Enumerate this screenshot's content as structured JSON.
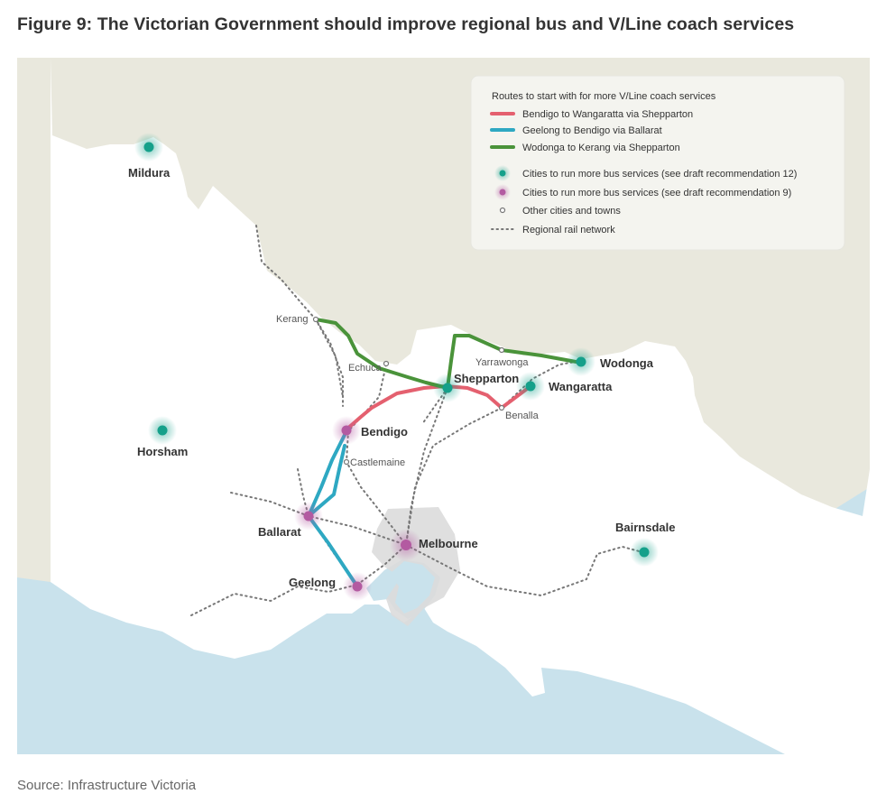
{
  "title": "Figure 9: The Victorian Government should improve regional bus and V/Line coach services",
  "source": "Source: Infrastructure Victoria",
  "colors": {
    "land": "#ffffff",
    "neighbour_land": "#e9e8dd",
    "water": "#c9e2ec",
    "metro": "#dcdcdc",
    "rail": "#777777",
    "route_pink": "#e4606f",
    "route_teal": "#2ea8c2",
    "route_green": "#4a933a",
    "city_teal": "#15a08a",
    "city_pink": "#b35aa1"
  },
  "legend": {
    "heading": "Routes to start with for more V/Line coach services",
    "routes": [
      {
        "label": "Bendigo to Wangaratta via Shepparton",
        "color": "#e4606f"
      },
      {
        "label": "Geelong to Bendigo via Ballarat",
        "color": "#2ea8c2"
      },
      {
        "label": "Wodonga to Kerang via Shepparton",
        "color": "#4a933a"
      }
    ],
    "markers": [
      {
        "label": "Cities to run more bus services (see draft recommendation 12)",
        "type": "city-teal"
      },
      {
        "label": "Cities to run more bus services (see draft recommendation 9)",
        "type": "city-pink"
      },
      {
        "label": "Other cities and towns",
        "type": "town"
      },
      {
        "label": "Regional rail network",
        "type": "rail"
      }
    ]
  },
  "places": {
    "major": [
      "Mildura",
      "Horsham",
      "Bendigo",
      "Ballarat",
      "Geelong",
      "Melbourne",
      "Shepparton",
      "Wangaratta",
      "Wodonga",
      "Bairnsdale"
    ],
    "minor": [
      "Kerang",
      "Echuca",
      "Castlemaine",
      "Yarrawonga",
      "Benalla"
    ]
  }
}
